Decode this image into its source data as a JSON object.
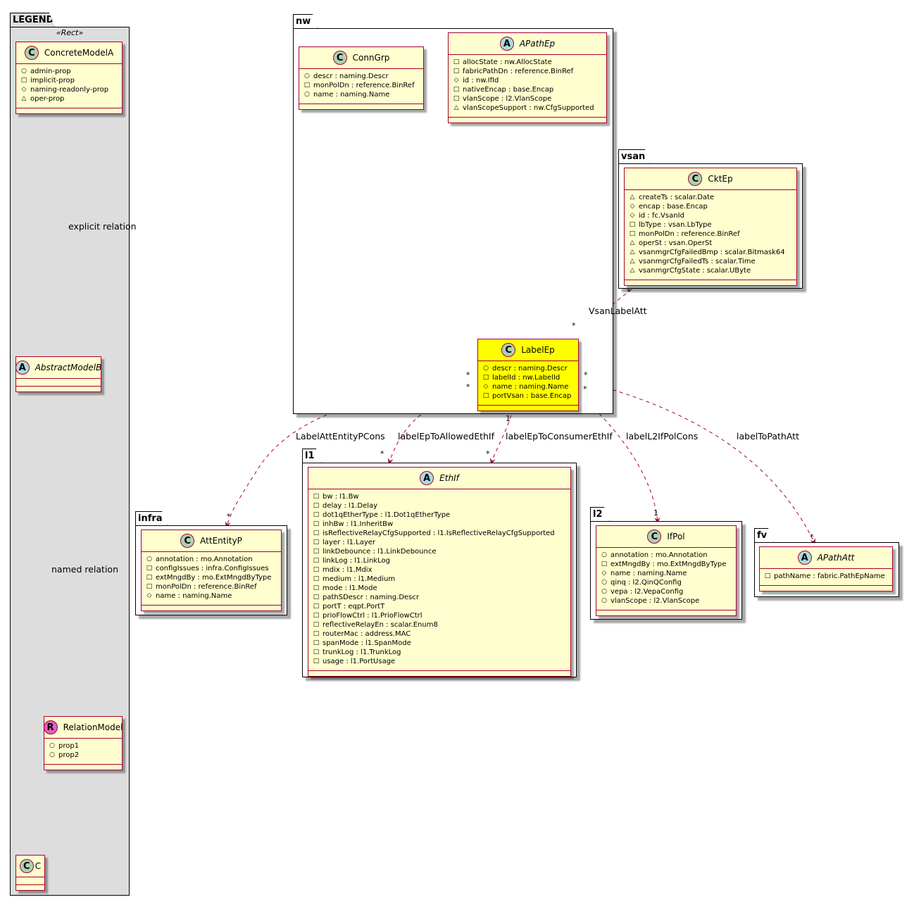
{
  "packages": {
    "legend": "LEGEND",
    "nw": "nw",
    "vsan": "vsan",
    "l1": "l1",
    "infra": "infra",
    "l2": "l2",
    "fv": "fv"
  },
  "legend": {
    "stereotype": "«Rect»",
    "concrete": {
      "icon": "C",
      "name": "ConcreteModelA",
      "props": [
        {
          "vis": "+",
          "text": "admin-prop"
        },
        {
          "vis": "-",
          "text": "implicit-prop"
        },
        {
          "vis": "#",
          "text": "naming-readonly-prop"
        },
        {
          "vis": "~",
          "text": "oper-prop"
        }
      ]
    },
    "abstract": {
      "icon": "A",
      "name": "AbstractModelB"
    },
    "relation": {
      "icon": "R",
      "name": "RelationModel",
      "props": [
        {
          "vis": "+",
          "text": "prop1"
        },
        {
          "vis": "+",
          "text": "prop2"
        }
      ]
    },
    "c": {
      "icon": "C",
      "name": "C"
    },
    "explicit_label": "explicit relation",
    "named_label": "named relation"
  },
  "classes": {
    "conngrp": {
      "icon": "C",
      "name": "ConnGrp",
      "props": [
        {
          "vis": "+",
          "text": "descr : naming.Descr"
        },
        {
          "vis": "-",
          "text": "monPolDn : reference.BinRef"
        },
        {
          "vis": "+",
          "text": "name : naming.Name"
        }
      ]
    },
    "apathep": {
      "icon": "A",
      "name": "APathEp",
      "props": [
        {
          "vis": "-",
          "text": "allocState : nw.AllocState"
        },
        {
          "vis": "-",
          "text": "fabricPathDn : reference.BinRef"
        },
        {
          "vis": "#",
          "text": "id : nw.IfId"
        },
        {
          "vis": "-",
          "text": "nativeEncap : base.Encap"
        },
        {
          "vis": "-",
          "text": "vlanScope : l2.VlanScope"
        },
        {
          "vis": "~",
          "text": "vlanScopeSupport : nw.CfgSupported"
        }
      ]
    },
    "labelep": {
      "icon": "C",
      "name": "LabelEp",
      "props": [
        {
          "vis": "+",
          "text": "descr : naming.Descr"
        },
        {
          "vis": "-",
          "text": "labelId : nw.LabelId"
        },
        {
          "vis": "#",
          "text": "name : naming.Name"
        },
        {
          "vis": "-",
          "text": "portVsan : base.Encap"
        }
      ]
    },
    "cktep": {
      "icon": "C",
      "name": "CktEp",
      "props": [
        {
          "vis": "~",
          "text": "createTs : scalar.Date"
        },
        {
          "vis": "#",
          "text": "encap : base.Encap"
        },
        {
          "vis": "#",
          "text": "id : fc.VsanId"
        },
        {
          "vis": "-",
          "text": "lbType : vsan.LbType"
        },
        {
          "vis": "-",
          "text": "monPolDn : reference.BinRef"
        },
        {
          "vis": "~",
          "text": "operSt : vsan.OperSt"
        },
        {
          "vis": "~",
          "text": "vsanmgrCfgFailedBmp : scalar.Bitmask64"
        },
        {
          "vis": "~",
          "text": "vsanmgrCfgFailedTs : scalar.Time"
        },
        {
          "vis": "~",
          "text": "vsanmgrCfgState : scalar.UByte"
        }
      ]
    },
    "ethif": {
      "icon": "A",
      "name": "EthIf",
      "props": [
        {
          "vis": "-",
          "text": "bw : l1.Bw"
        },
        {
          "vis": "-",
          "text": "delay : l1.Delay"
        },
        {
          "vis": "-",
          "text": "dot1qEtherType : l1.Dot1qEtherType"
        },
        {
          "vis": "-",
          "text": "inhBw : l1.InheritBw"
        },
        {
          "vis": "-",
          "text": "isReflectiveRelayCfgSupported : l1.IsReflectiveRelayCfgSupported"
        },
        {
          "vis": "-",
          "text": "layer : l1.Layer"
        },
        {
          "vis": "-",
          "text": "linkDebounce : l1.LinkDebounce"
        },
        {
          "vis": "-",
          "text": "linkLog : l1.LinkLog"
        },
        {
          "vis": "-",
          "text": "mdix : l1.Mdix"
        },
        {
          "vis": "-",
          "text": "medium : l1.Medium"
        },
        {
          "vis": "-",
          "text": "mode : l1.Mode"
        },
        {
          "vis": "-",
          "text": "pathSDescr : naming.Descr"
        },
        {
          "vis": "-",
          "text": "portT : eqpt.PortT"
        },
        {
          "vis": "-",
          "text": "prioFlowCtrl : l1.PrioFlowCtrl"
        },
        {
          "vis": "-",
          "text": "reflectiveRelayEn : scalar.Enum8"
        },
        {
          "vis": "-",
          "text": "routerMac : address.MAC"
        },
        {
          "vis": "-",
          "text": "spanMode : l1.SpanMode"
        },
        {
          "vis": "-",
          "text": "trunkLog : l1.TrunkLog"
        },
        {
          "vis": "-",
          "text": "usage : l1.PortUsage"
        }
      ]
    },
    "attentityp": {
      "icon": "C",
      "name": "AttEntityP",
      "props": [
        {
          "vis": "+",
          "text": "annotation : mo.Annotation"
        },
        {
          "vis": "-",
          "text": "configIssues : infra.ConfigIssues"
        },
        {
          "vis": "-",
          "text": "extMngdBy : mo.ExtMngdByType"
        },
        {
          "vis": "-",
          "text": "monPolDn : reference.BinRef"
        },
        {
          "vis": "#",
          "text": "name : naming.Name"
        }
      ]
    },
    "ifpol": {
      "icon": "C",
      "name": "IfPol",
      "props": [
        {
          "vis": "+",
          "text": "annotation : mo.Annotation"
        },
        {
          "vis": "-",
          "text": "extMngdBy : mo.ExtMngdByType"
        },
        {
          "vis": "#",
          "text": "name : naming.Name"
        },
        {
          "vis": "+",
          "text": "qinq : l2.QinQConfig"
        },
        {
          "vis": "+",
          "text": "vepa : l2.VepaConfig"
        },
        {
          "vis": "+",
          "text": "vlanScope : l2.VlanScope"
        }
      ]
    },
    "apathatt": {
      "icon": "A",
      "name": "APathAtt",
      "props": [
        {
          "vis": "-",
          "text": "pathName : fabric.PathEpName"
        }
      ]
    }
  },
  "relations": {
    "vsanlabelatt": {
      "label": "VsanLabelAtt",
      "m_src": "*",
      "m_dst": "*"
    },
    "labelattentitypcons": {
      "label": "LabelAttEntityPCons",
      "m_src": "*",
      "m_dst": "*"
    },
    "labeleptoallowedethif": {
      "label": "labelEpToAllowedEthIf",
      "m_src": "*",
      "m_dst": "*"
    },
    "labeleptoconsumerethif": {
      "label": "labelEpToConsumerEthIf",
      "m_src": "1",
      "m_dst": "*"
    },
    "labell2ifpolcons": {
      "label": "labelL2IfPolCons",
      "m_src": "*",
      "m_dst": "1"
    },
    "labeltopathatt": {
      "label": "labelToPathAtt",
      "m_src": "*",
      "m_dst": "*"
    }
  },
  "colors": {
    "class_fill": "#fefece",
    "class_border": "#a80036",
    "highlight": "#ffff00",
    "legend_fill": "#dddddd"
  }
}
